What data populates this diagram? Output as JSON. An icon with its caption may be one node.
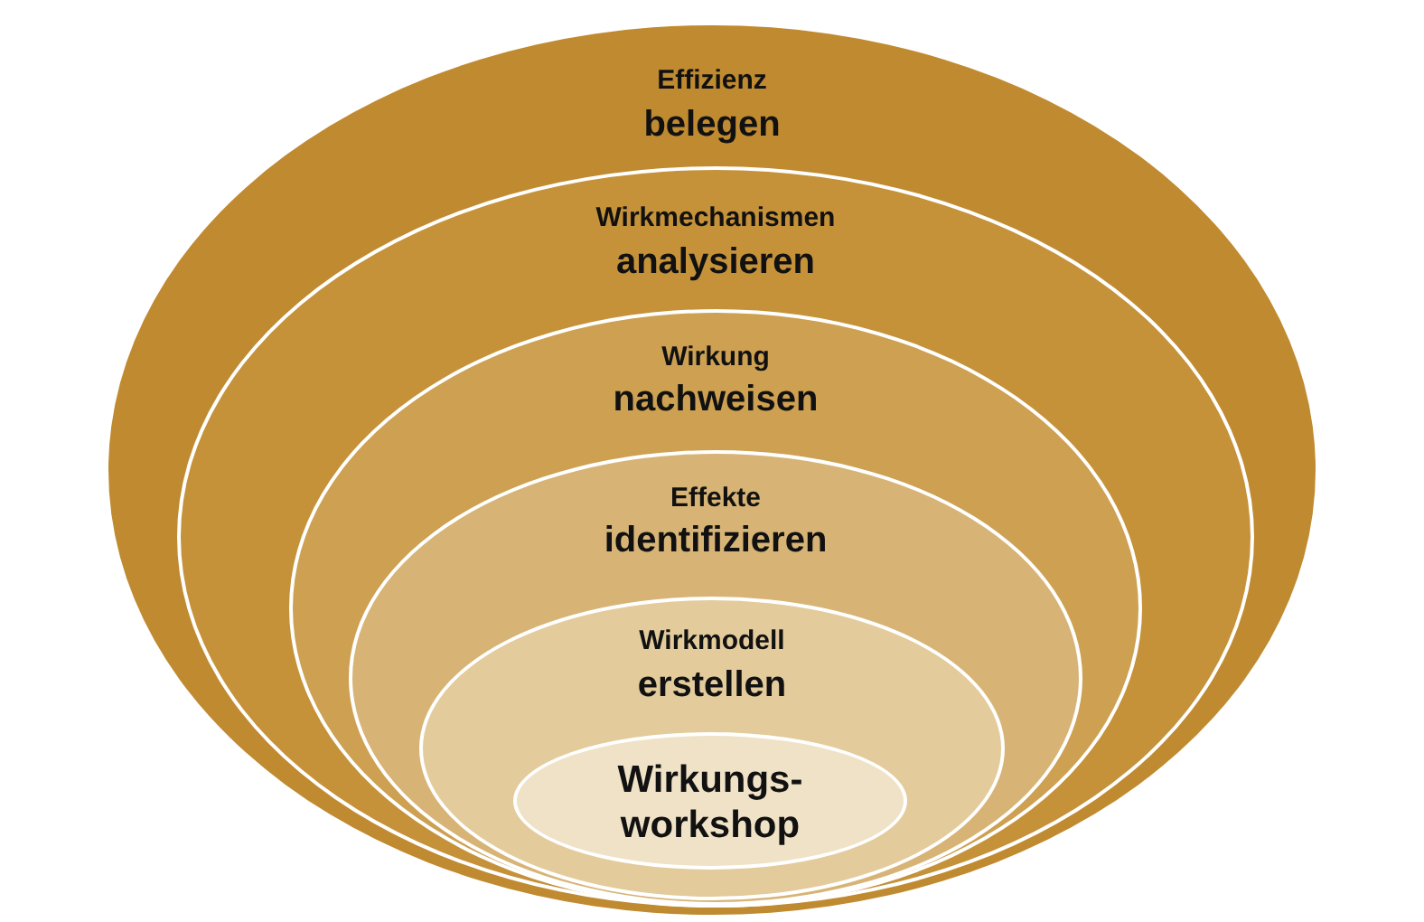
{
  "diagram": {
    "nodes": [
      {
        "text": [
          "Effizienz",
          "belegen"
        ]
      },
      {
        "text": [
          "Wirkmechanismen",
          "analysieren"
        ],
        "in": 0
      },
      {
        "text": [
          "Wirkung",
          "nachweisen"
        ],
        "in": 1
      },
      {
        "text": [
          "Effekte",
          "identifizieren"
        ],
        "in": 2
      },
      {
        "text": [
          "Wirkmodell",
          "erstellen"
        ],
        "in": 3
      },
      {
        "text": [
          "Wirkungs- workshop"
        ],
        "in": 4
      }
    ]
  }
}
